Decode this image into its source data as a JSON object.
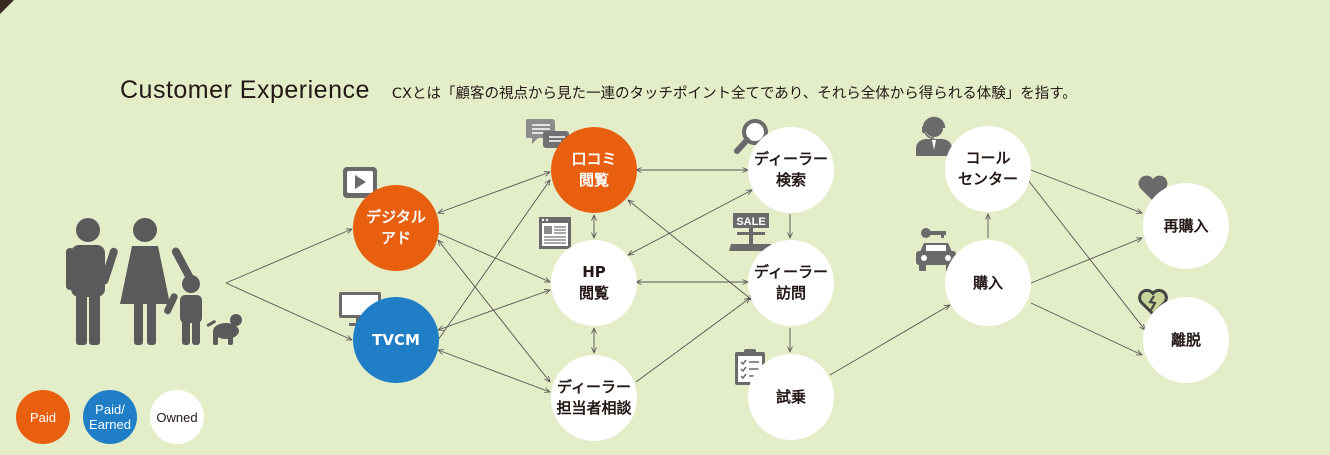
{
  "header": {
    "title": "Customer Experience",
    "subtitle": "CXとは「顧客の視点から見た一連のタッチポイント全てであり、それら全体から得られる体験」を指す。"
  },
  "colors": {
    "paid": "#e95f10",
    "earned": "#1f7ec6",
    "owned": "#ffffff",
    "background": "#e3edc7",
    "icon": "#5a5a5a",
    "arrow": "#555555"
  },
  "nodes": {
    "digital_ad": "デジタル\nアド",
    "tvcm": "TVCM",
    "kuchikomi": "口コミ\n閲覧",
    "hp": "HP\n閲覧",
    "dealer_consult": "ディーラー\n担当者相談",
    "dealer_search": "ディーラー\n検索",
    "dealer_visit": "ディーラー\n訪問",
    "test_drive": "試乗",
    "call_center": "コール\nセンター",
    "purchase": "購入",
    "repurchase": "再購入",
    "churn": "離脱"
  },
  "legend": {
    "paid": "Paid",
    "earned": "Paid/\nEarned",
    "owned": "Owned"
  },
  "icons": {
    "family": "family-icon",
    "digital_ad": "video-play-icon",
    "tvcm": "tv-monitor-icon",
    "kuchikomi": "chat-bubbles-icon",
    "hp": "webpage-icon",
    "dealer_search": "magnifier-icon",
    "dealer_visit": "sale-sign-icon",
    "test_drive": "checklist-icon",
    "call_center": "operator-headset-icon",
    "purchase": "car-key-icon",
    "repurchase": "heart-icon",
    "churn": "broken-heart-icon"
  }
}
